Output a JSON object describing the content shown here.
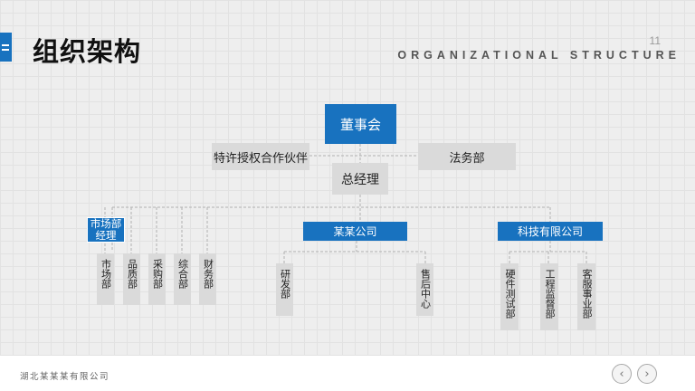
{
  "header": {
    "title": "组织架构",
    "subtitle": "ORGANIZATIONAL STRUCTURE",
    "page_number": "11"
  },
  "org": {
    "board": "董事会",
    "partner": "特许授权合作伙伴",
    "legal": "法务部",
    "gm": "总经理",
    "market_manager": "市场部\n经理",
    "company_a": "某某公司",
    "company_b": "科技有限公司",
    "market_depts": [
      "市场部",
      "品质部",
      "采购部",
      "综合部",
      "财务部"
    ],
    "company_a_depts": [
      "研发部",
      "售后中心"
    ],
    "company_b_depts": [
      "硬件测试部",
      "工程监督部",
      "客服事业部"
    ]
  },
  "footer": {
    "company": "湖北某某某有限公司",
    "prev_icon": "chevron-left-icon",
    "next_icon": "chevron-right-icon"
  },
  "colors": {
    "accent": "#1872bf",
    "box_grey": "#dadada",
    "line": "#b0b0b0"
  }
}
